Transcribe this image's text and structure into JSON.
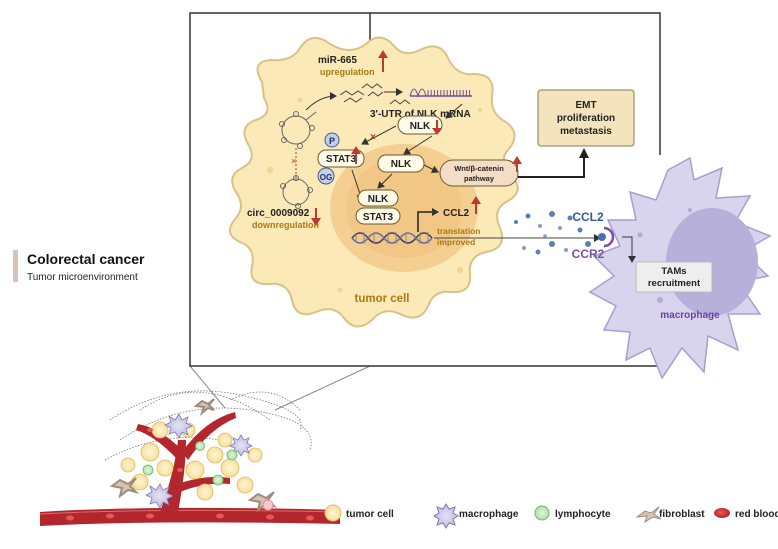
{
  "side_title": {
    "main": "Colorectal cancer",
    "sub": "Tumor microenvironment"
  },
  "cell": {
    "label": "tumor cell"
  },
  "mirna": {
    "name": "miR-665",
    "status": "upregulation"
  },
  "circ": {
    "name": "circ_0009092",
    "status": "downregulation"
  },
  "mrna": {
    "label": "3'-UTR of NLK mRNA"
  },
  "nodes": {
    "nlk_top": "NLK",
    "p_badge": "P",
    "stat3_outer": "STAT3",
    "og_badge": "OG",
    "nlk_nucleus": "NLK",
    "nlk_complex": "NLK",
    "stat3_complex": "STAT3",
    "ccl2_gene": "CCL2",
    "wnt_line1": "Wnt/β-catenin",
    "wnt_line2": "pathway",
    "translation_line1": "translation",
    "translation_line2": "improved"
  },
  "outcome": {
    "line1": "EMT",
    "line2": "proliferation",
    "line3": "metastasis"
  },
  "secreted": {
    "ligand": "CCL2",
    "receptor": "CCR2"
  },
  "macrophage": {
    "label": "macrophage",
    "tam_line1": "TAMs",
    "tam_line2": "recruitment"
  },
  "legend": [
    {
      "label": "tumor cell",
      "icon": "tumor-cell-icon"
    },
    {
      "label": "macrophage",
      "icon": "macrophage-icon"
    },
    {
      "label": "lymphocyte",
      "icon": "lymphocyte-icon"
    },
    {
      "label": "fibroblast",
      "icon": "fibroblast-icon"
    },
    {
      "label": "red blood cell",
      "icon": "red-blood-cell-icon"
    }
  ],
  "colors": {
    "cell_fill": "#fbe9b7",
    "cell_stroke": "#d9c289",
    "nucleus": "#f3c98b",
    "up_arrow": "#c0392b",
    "highlight_text": "#a87a14",
    "ccl2_text": "#2e5c9a",
    "ccr2_text": "#7d4da1",
    "macrophage_fill": "#d6d3ec",
    "outcome_fill": "#f3e4bd",
    "vessel": "#b3262c"
  }
}
